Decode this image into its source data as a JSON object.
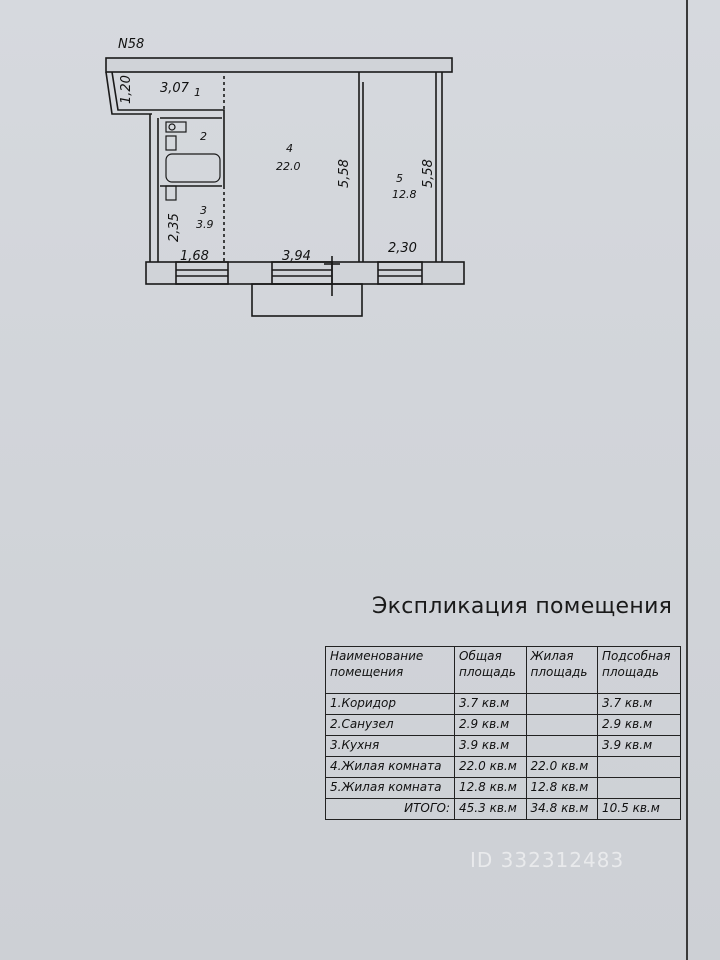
{
  "plan": {
    "building_number": "N58",
    "dims": {
      "corridor_height": "1,20",
      "corridor_width": "3,07",
      "kitchen_height": "2,35",
      "room4_height": "5,58",
      "room5_height": "5,58",
      "bottom_left": "1,68",
      "bottom_mid": "3,94",
      "bottom_right": "2,30"
    },
    "rooms": {
      "r1_num": "1",
      "r2_num": "2",
      "r3_num": "3",
      "r3_area": "3.9",
      "r4_num": "4",
      "r4_area": "22.0",
      "r5_num": "5",
      "r5_area": "12.8"
    }
  },
  "explication": {
    "title": "Экспликация помещения",
    "headers": {
      "name_l1": "Наименование",
      "name_l2": "помещения",
      "total_l1": "Общая",
      "total_l2": "площадь",
      "living_l1": "Жилая",
      "living_l2": "площадь",
      "aux_l1": "Подсобная",
      "aux_l2": "площадь"
    },
    "rows": [
      {
        "name": "1.Коридор",
        "total": "3.7 кв.м",
        "living": "",
        "aux": "3.7 кв.м"
      },
      {
        "name": "2.Санузел",
        "total": "2.9 кв.м",
        "living": "",
        "aux": "2.9 кв.м"
      },
      {
        "name": "3.Кухня",
        "total": "3.9 кв.м",
        "living": "",
        "aux": "3.9 кв.м"
      },
      {
        "name": "4.Жилая комната",
        "total": "22.0 кв.м",
        "living": "22.0 кв.м",
        "aux": ""
      },
      {
        "name": "5.Жилая комната",
        "total": "12.8 кв.м",
        "living": "12.8 кв.м",
        "aux": ""
      }
    ],
    "total": {
      "label": "ИТОГО:",
      "total": "45.3 кв.м",
      "living": "34.8 кв.м",
      "aux": "10.5 кв.м"
    }
  },
  "watermark": "ID 332312483"
}
